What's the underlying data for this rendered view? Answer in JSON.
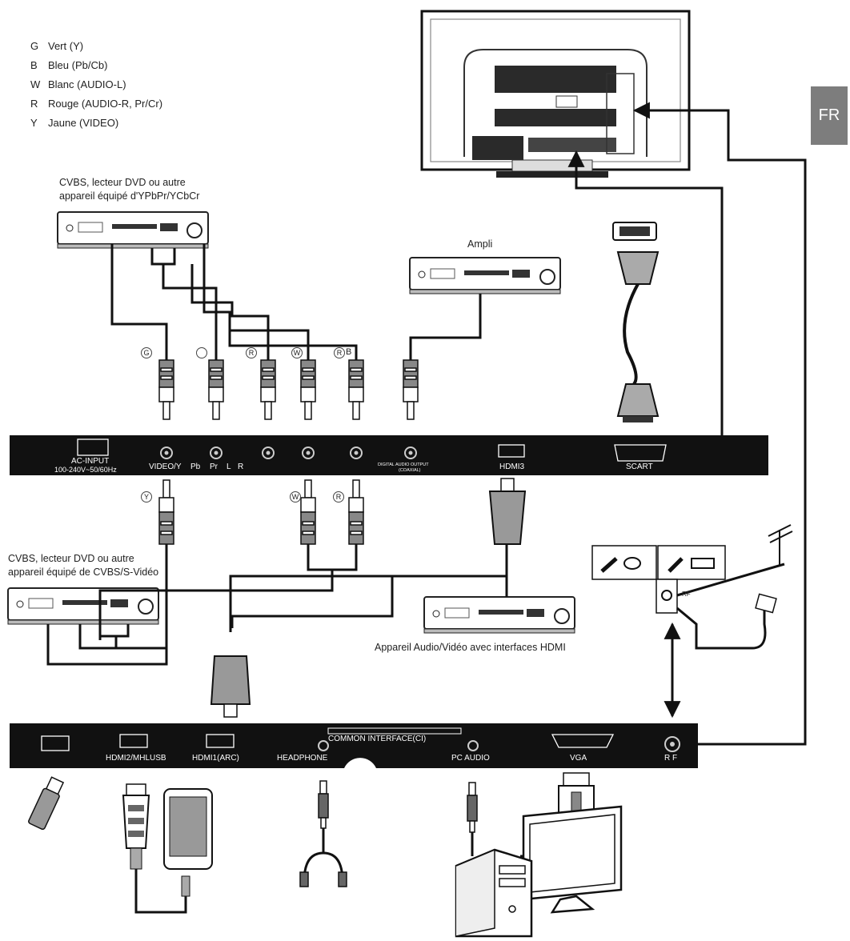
{
  "legend": [
    {
      "code": "G",
      "desc": "Vert (Y)"
    },
    {
      "code": "B",
      "desc": "Bleu (Pb/Cb)"
    },
    {
      "code": "W",
      "desc": "Blanc (AUDIO-L)"
    },
    {
      "code": "R",
      "desc": "Rouge (AUDIO-R, Pr/Cr)"
    },
    {
      "code": "Y",
      "desc": "Jaune (VIDEO)"
    }
  ],
  "language_tab": "FR",
  "devices": {
    "dvd_ypbpr": "CVBS, lecteur DVD ou autre\nappareil équipé d'YPbPr/YCbCr",
    "amp": "Ampli",
    "dvd_cvbs": "CVBS, lecteur DVD ou autre\nappareil équipé de CVBS/S-Vidéo",
    "hdmi_device": "Appareil Audio/Vidéo avec interfaces HDMI"
  },
  "top_panel": {
    "ac_input": "AC-INPUT",
    "ac_spec": "100-240V~50/60Hz",
    "video_y": "VIDEO/Y",
    "pb": "Pb",
    "pr": "Pr",
    "l": "L",
    "r": "R",
    "digital_audio": "DIGITAL AUDIO OUTPUT",
    "digital_audio_sub": "(COAXIAL)",
    "hdmi3": "HDMI3",
    "scart": "SCART"
  },
  "bottom_panel": {
    "common_interface": "COMMON INTERFACE(CI)",
    "hdmi2": "HDMI2/MHLUSB",
    "hdmi1": "HDMI1(ARC)",
    "headphone": "HEADPHONE",
    "pc_audio": "PC AUDIO",
    "vga": "VGA",
    "rf": "R F"
  },
  "badges": {
    "top": [
      "G",
      "",
      "R",
      "W",
      "R"
    ],
    "b_letter": "B",
    "bottom": [
      "Y",
      "W",
      "R"
    ]
  },
  "antenna_rf": "RF"
}
